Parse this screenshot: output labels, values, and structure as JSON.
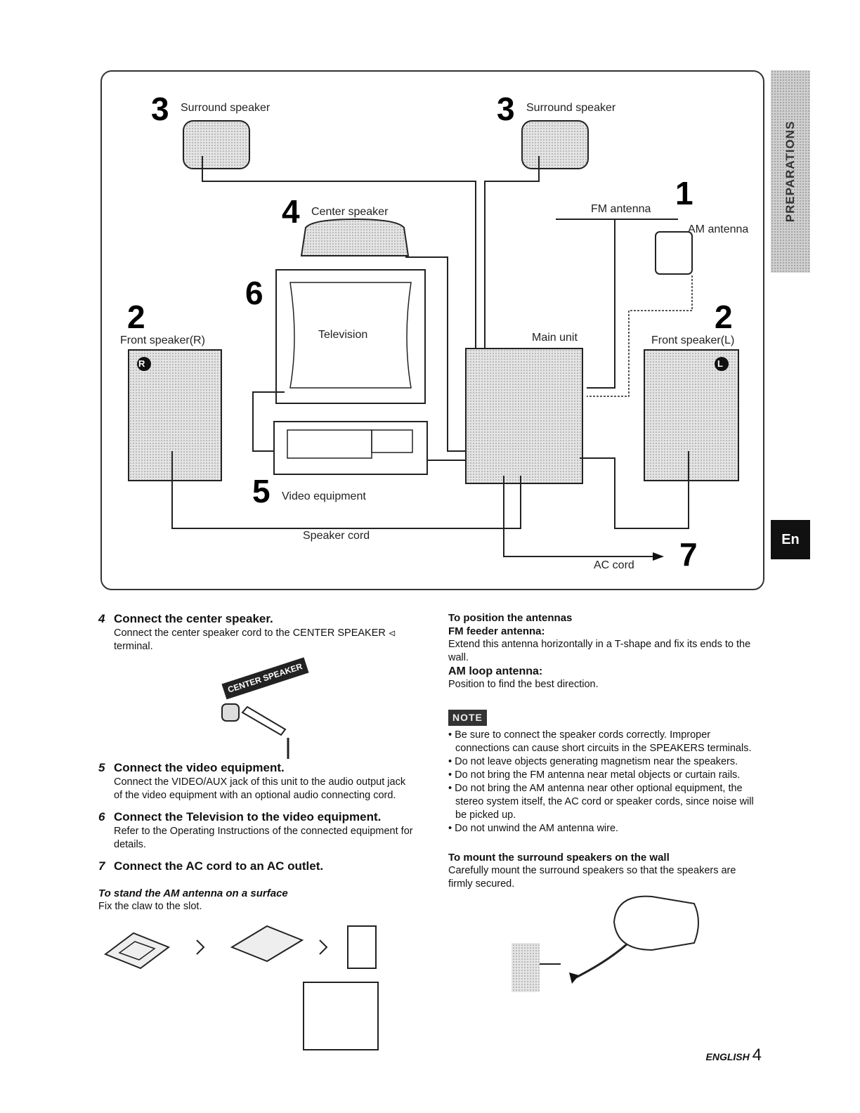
{
  "side_tab": "PREPARATIONS",
  "lang_tab": "En",
  "diagram": {
    "surround_left": {
      "num": "3",
      "label": "Surround speaker"
    },
    "surround_right": {
      "num": "3",
      "label": "Surround speaker"
    },
    "center": {
      "num": "4",
      "label": "Center speaker"
    },
    "fm": {
      "num": "1",
      "label": "FM antenna"
    },
    "am": {
      "label": "AM antenna"
    },
    "tv": {
      "num": "6",
      "label": "Television"
    },
    "front_r": {
      "num": "2",
      "label": "Front speaker(R)",
      "badge": "R"
    },
    "front_l": {
      "num": "2",
      "label": "Front speaker(L)",
      "badge": "L"
    },
    "main": {
      "label": "Main unit"
    },
    "video": {
      "num": "5",
      "label": "Video equipment"
    },
    "speaker_cord": "Speaker cord",
    "ac": {
      "num": "7",
      "label": "AC cord"
    }
  },
  "left_col": {
    "step4": {
      "n": "4",
      "title": "Connect the center speaker.",
      "body": "Connect the center speaker cord to the CENTER SPEAKER ⏿ terminal."
    },
    "jack_label": "CENTER SPEAKER",
    "step5": {
      "n": "5",
      "title": "Connect the video equipment.",
      "body": "Connect the VIDEO/AUX jack of this unit to the audio output jack of the video equipment with an optional audio connecting cord."
    },
    "step6": {
      "n": "6",
      "title": "Connect the Television to the video equipment.",
      "body": "Refer to the Operating Instructions of the connected equipment for details."
    },
    "step7": {
      "n": "7",
      "title": "Connect the AC cord to an AC outlet."
    },
    "am_stand": {
      "title": "To stand the AM antenna on a surface",
      "body": "Fix the claw to the slot."
    }
  },
  "right_col": {
    "antennas_title": "To position the antennas",
    "fm_title": "FM feeder antenna:",
    "fm_body": "Extend this antenna horizontally in a T-shape and fix its ends to the wall.",
    "am_title": "AM loop antenna:",
    "am_body": "Position to find the best direction.",
    "note_badge": "NOTE",
    "notes": [
      "Be sure to connect the speaker cords correctly. Improper connections can cause short circuits in the SPEAKERS terminals.",
      "Do not leave objects generating magnetism near the speakers.",
      "Do not bring the FM antenna near metal objects or curtain rails.",
      "Do not bring the AM antenna near other optional equipment, the stereo system itself, the AC cord or speaker cords, since noise will be picked up.",
      "Do not unwind the AM antenna wire."
    ],
    "mount_title": "To mount the surround speakers on the wall",
    "mount_body": "Carefully mount the surround speakers so that the speakers are firmly secured."
  },
  "footer": {
    "lang": "ENGLISH",
    "page": "4"
  }
}
